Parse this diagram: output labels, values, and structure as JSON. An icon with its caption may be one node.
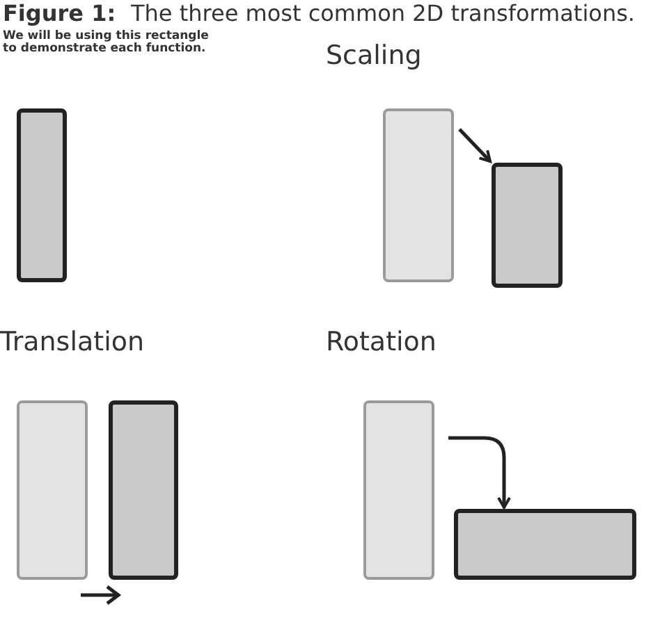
{
  "diagram": {
    "nodes": [
      {
        "text": [],
        "shape": "box"
      },
      {
        "text": [],
        "shape": "box"
      },
      {
        "text": [],
        "shape": "box"
      },
      {
        "text": [],
        "shape": "box"
      },
      {
        "text": [],
        "shape": "box"
      },
      {
        "text": [],
        "shape": "box"
      },
      {
        "text": [],
        "shape": "box"
      }
    ],
    "edges": [
      {
        "from": 1,
        "to": 2,
        "arrow": "to"
      },
      {
        "from": 5,
        "to": 6,
        "arrow": "to"
      }
    ],
    "labels": [
      "Figure 1:",
      "The three most common 2D transformations.",
      "We will be using this rectangle to demonstrate each function.",
      "Scaling",
      "Translation",
      "Rotation"
    ]
  }
}
